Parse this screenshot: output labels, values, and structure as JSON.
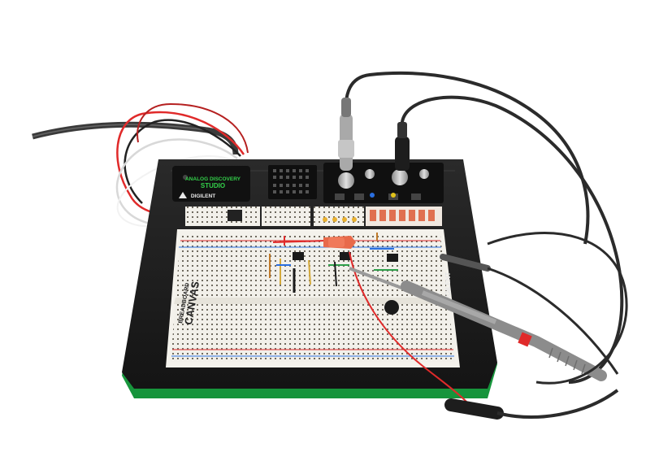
{
  "device": {
    "module_label_line1": "ANALOG DISCOVERY",
    "module_label_line2": "STUDIO",
    "brand": "DIGILENT",
    "brand_vertical": "DIGILENT",
    "breadboard_label_small": "BREADBOARD",
    "breadboard_label_large": "CANVAS"
  },
  "colors": {
    "base_black": "#1c1c1c",
    "base_green": "#1fb24a",
    "breadboard": "#f2f0ea",
    "wire_red": "#e02a2a",
    "probe_grey": "#8c8c8c",
    "clip_orange": "#e86a4a",
    "bnc_silver": "#b9b9b9",
    "screen_green": "#33d04a"
  }
}
